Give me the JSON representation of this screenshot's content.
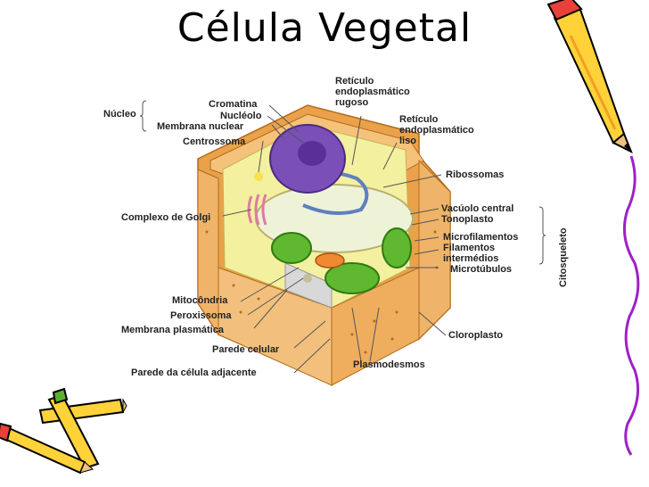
{
  "title": "Célula Vegetal",
  "labels": {
    "nucleo": "Núcleo",
    "cromatina": "Cromatina",
    "nucleolo": "Nucléolo",
    "membrana_nuclear": "Membrana nuclear",
    "centrossoma": "Centrossoma",
    "complexo_golgi": "Complexo de Golgi",
    "mitocondria": "Mitocôndria",
    "peroxissoma": "Peroxissoma",
    "membrana_plasmatica": "Membrana plasmática",
    "parede_celular": "Parede celular",
    "parede_adjacente": "Parede da célula adjacente",
    "reticulo_rugoso_1": "Retículo",
    "reticulo_rugoso_2": "endoplasmático",
    "reticulo_rugoso_3": "rugoso",
    "reticulo_liso_1": "Retículo",
    "reticulo_liso_2": "endoplasmático",
    "reticulo_liso_3": "liso",
    "ribossomas": "Ribossomas",
    "vacuolo": "Vacúolo central",
    "tonoplasto": "Tonoplasto",
    "microfilamentos": "Microfilamentos",
    "filamentos_1": "Filamentos",
    "filamentos_2": "intermédios",
    "microtubulos": "Microtúbulos",
    "citosqueleto": "Citosqueleto",
    "cloroplasto": "Cloroplasto",
    "plasmodesmos": "Plasmodesmos"
  },
  "colors": {
    "cell_wall": "#e9a24a",
    "cytoplasm": "#f3f0a0",
    "nucleus": "#7a4fb8",
    "vacuole": "#eef3d8",
    "chloroplast": "#5fb830",
    "golgi": "#e07aa0"
  }
}
